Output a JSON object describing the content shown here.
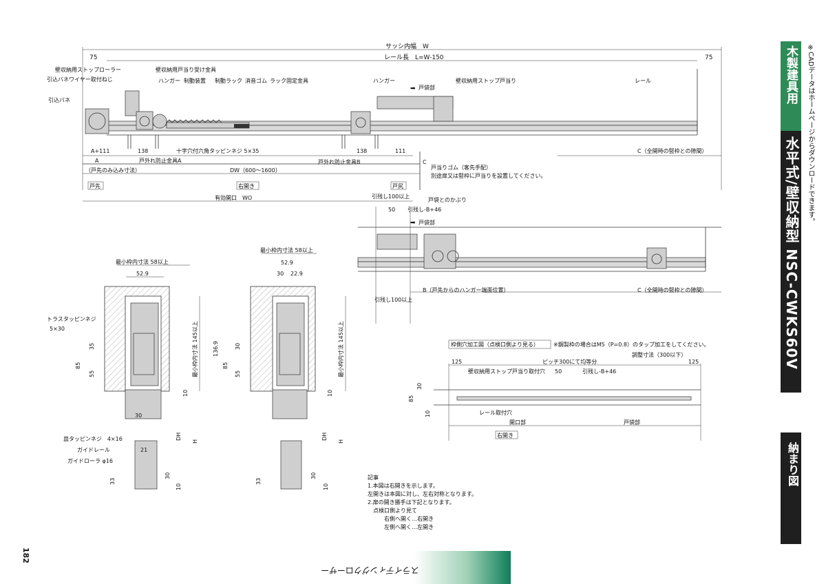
{
  "sidebar": {
    "category": "木製建具用",
    "title": "水平式/壁収納型 NSC-CWKS60V",
    "section": "納まり図",
    "cad_note": "※CADデータはホームページからダウンロードできます。"
  },
  "footer": {
    "label": "スライディングクローザー",
    "page_number": "182"
  },
  "top_view": {
    "sash_width": "サッシ内幅　W",
    "rail_length": "レール長　L=W-150",
    "end_margin": "75",
    "callouts": [
      "壁収納用ストップローラー",
      "引込バネワイヤー取付ねじ",
      "引込バネ",
      "壁収納用戸当り受け金具",
      "ハンガー",
      "制動装置",
      "制動ラック",
      "消音ゴム",
      "ラック固定金具",
      "ハンガー",
      "壁収納用ストップ戸当り",
      "レール"
    ],
    "to_pocket": "戸袋部",
    "dims": [
      "A+111",
      "138",
      "138",
      "111",
      "A",
      "DW（600～1600）",
      "有効開口　WO",
      "C"
    ],
    "labels": [
      "十字穴付六角タッピンネジ 5×35",
      "戸外れ防止金具A",
      "戸外れ防止金具B",
      "（戸先のみ込み寸法）",
      "C（全開時の竪枠との隙間）",
      "戸当りゴム（客先手配）",
      "別途扉又は竪枠に戸当りを設置してください。",
      "戸先",
      "右開き",
      "戸尻",
      "引残し100以上",
      "戸袋とのかぶり",
      "引残し-B+46"
    ]
  },
  "open_view": {
    "dims": [
      "50"
    ],
    "labels": [
      "戸袋部",
      "引残し100以上",
      "B（戸先からのハンガー端面位置）",
      "C（全開時の竪枠との隙間）"
    ]
  },
  "section_left": {
    "min_frame": "最小枠内寸法 58以上",
    "dims": [
      "52.9",
      "35",
      "85",
      "55",
      "30",
      "10",
      "21",
      "30",
      "33",
      "10",
      "DH",
      "H"
    ],
    "frame_height": "最小枠内寸法 145以上",
    "labels": [
      "トラスタッピンネジ",
      "5×30",
      "皿タッピンネジ　4×16",
      "ガイドレール",
      "ガイドローラ φ16"
    ]
  },
  "section_right": {
    "min_frame": "最小枠内寸法 58以上",
    "dims": [
      "52.9",
      "30",
      "22.9",
      "136.9",
      "30",
      "85",
      "55",
      "10",
      "30",
      "33",
      "10",
      "DH",
      "H"
    ],
    "frame_height": "最小枠内寸法 145以上"
  },
  "hole_diagram": {
    "title": "枠側穴加工図（点検口側より見る）",
    "steel_note": "※鋼製枠の場合はM5（P=0.8）のタップ加工をしてください。",
    "dims": [
      "125",
      "125",
      "30",
      "85",
      "10",
      "50"
    ],
    "labels": [
      "ピッチ300にて均等分",
      "調整寸法（300以下）",
      "壁収納用ストップ戸当り取付穴",
      "引残し-B+46",
      "レール取付穴",
      "開口部",
      "戸袋部",
      "右開き"
    ]
  },
  "notes": {
    "heading": "記事",
    "lines": [
      "1.本図は右開きを示します。",
      "左開きは本図に対し、左右対称となります。",
      "2.扉の開き勝手は下記となります。",
      "　点検口側より見て",
      "　　　右側へ開く…右開き",
      "　　　左側へ開く…左開き"
    ]
  }
}
